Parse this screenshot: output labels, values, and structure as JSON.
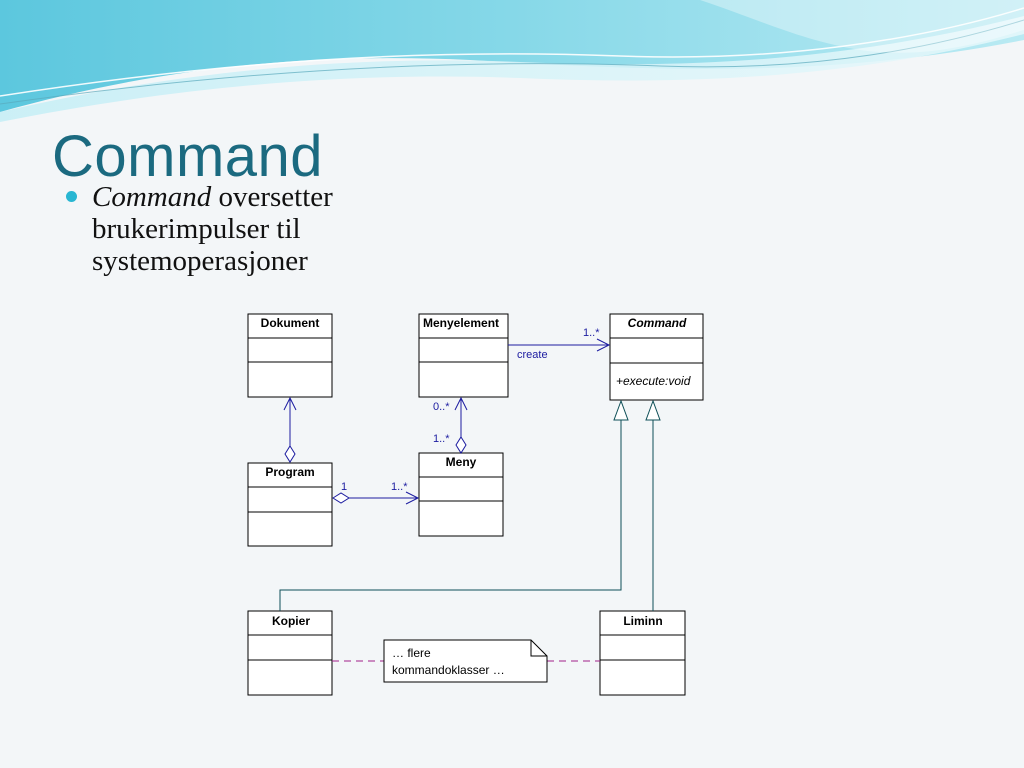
{
  "slide": {
    "title": "Command",
    "bullet": {
      "emphasis": "Command",
      "rest": " oversetter brukerimpulser til systemoperasjoner"
    }
  },
  "colors": {
    "title": "#1b6a80",
    "bullet_dot": "#28b6d2",
    "association": "#1c1ca0",
    "generalization": "#0e4f57",
    "note_link": "#a0208a"
  },
  "diagram": {
    "classes": {
      "dokument": "Dokument",
      "menyelement": "Menyelement",
      "command": "Command",
      "command_operation": "+execute:void",
      "program": "Program",
      "meny": "Meny",
      "kopier": "Kopier",
      "liminn": "Liminn"
    },
    "associations": {
      "menyelement_command_label": "create",
      "menyelement_command_mult": "1..*",
      "meny_menyelement_mult_top": "0..*",
      "meny_menyelement_mult_bottom": "1..*",
      "program_meny_mult_left": "1",
      "program_meny_mult_right": "1..*"
    },
    "note": {
      "line1": "… flere",
      "line2": "kommandoklasser …"
    }
  }
}
